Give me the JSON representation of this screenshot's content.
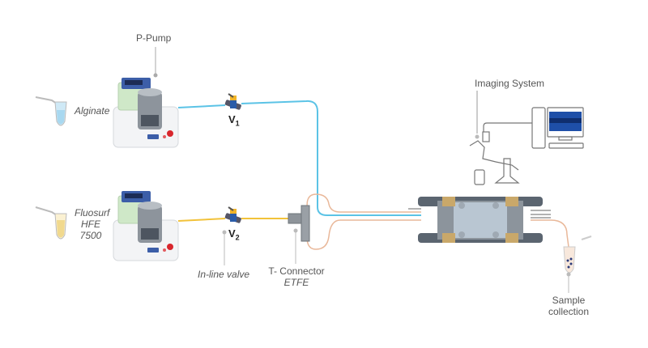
{
  "title": "Microfluidic alginate droplet setup",
  "labels": {
    "pump": "P-Pump",
    "alginate": "Alginate",
    "fluosurf_line1": "Fluosurf",
    "fluosurf_line2": "HFE",
    "fluosurf_line3": "7500",
    "valve1": "V",
    "valve1_sub": "1",
    "valve2": "V",
    "valve2_sub": "2",
    "inline_valve": "In-line valve",
    "t_connector_line1": "T- Connector",
    "t_connector_line2": "ETFE",
    "imaging_system": "Imaging System",
    "sample_line1": "Sample",
    "sample_line2": "collection"
  },
  "colors": {
    "alginate_tube": "#5bc3e6",
    "oil_tube": "#f2c23a",
    "outlet_tube": "#e9b89a",
    "chip_body": "#5b6570",
    "chip_clamp": "#c9a86a",
    "screen_blue": "#1e4fa8"
  }
}
